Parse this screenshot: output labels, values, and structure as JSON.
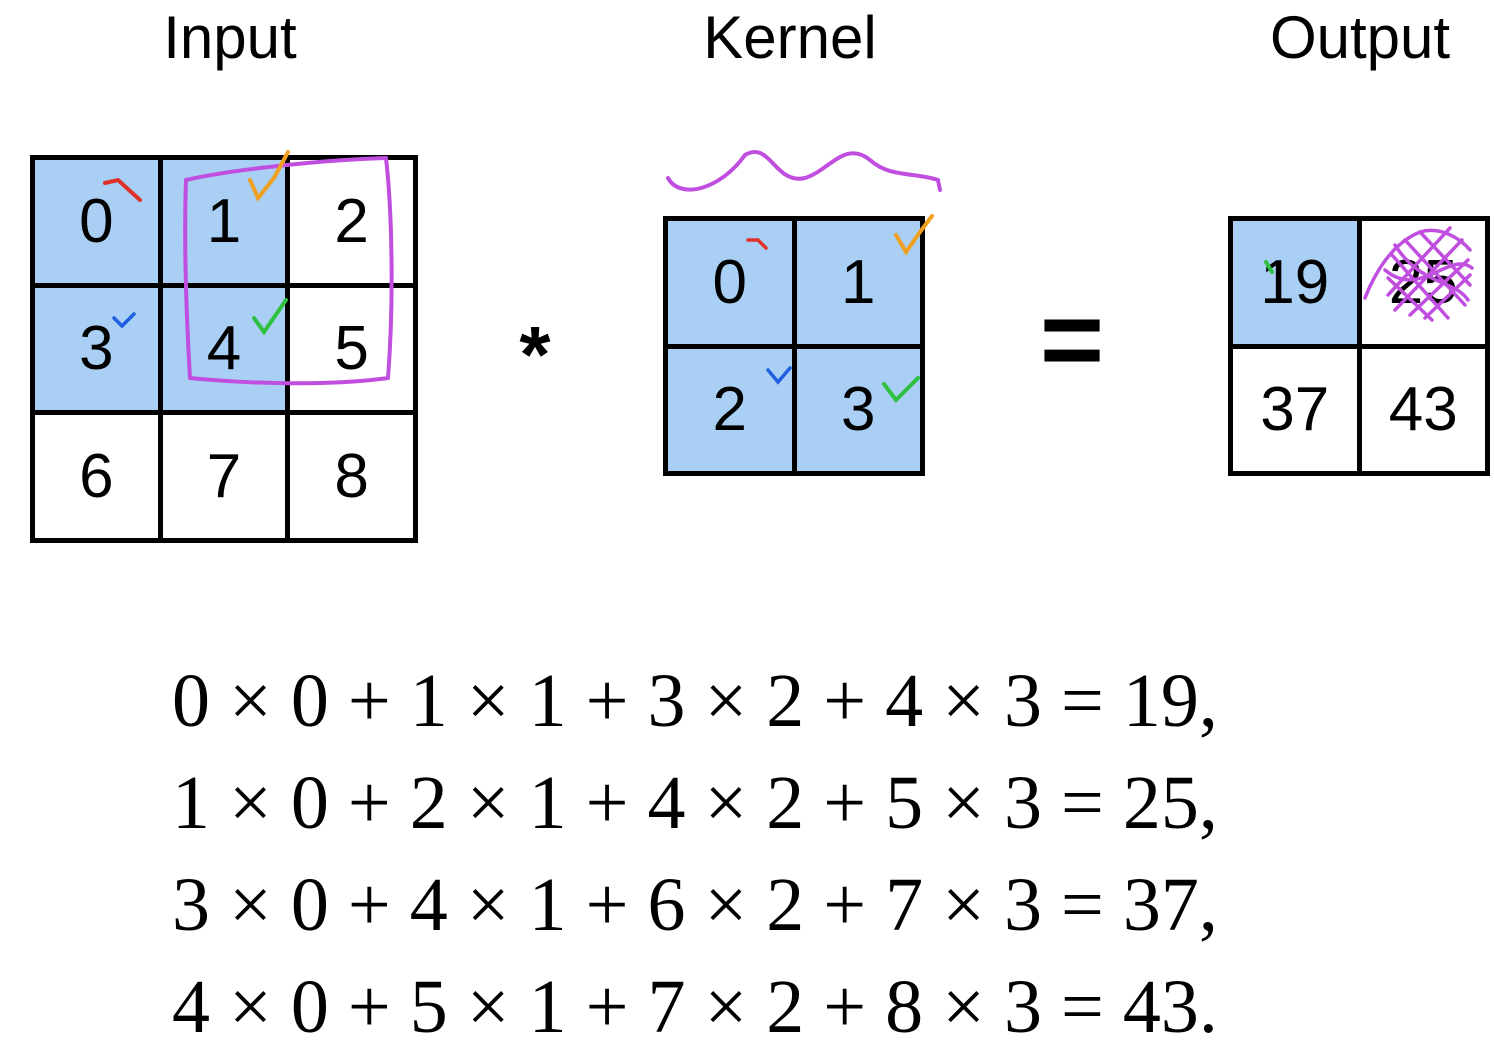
{
  "titles": {
    "input": "Input",
    "kernel": "Kernel",
    "output": "Output"
  },
  "input_grid": {
    "cells": [
      "0",
      "1",
      "2",
      "3",
      "4",
      "5",
      "6",
      "7",
      "8"
    ],
    "highlighted": [
      true,
      true,
      false,
      true,
      true,
      false,
      false,
      false,
      false
    ]
  },
  "kernel_grid": {
    "cells": [
      "0",
      "1",
      "2",
      "3"
    ],
    "highlighted": [
      true,
      true,
      true,
      true
    ]
  },
  "output_grid": {
    "cells": [
      "19",
      "25",
      "37",
      "43"
    ],
    "highlighted": [
      true,
      false,
      false,
      false
    ]
  },
  "operators": {
    "convolution": "*",
    "equals": "="
  },
  "equations": [
    "0 × 0 + 1 × 1 + 3 × 2 + 4 × 3 = 19,",
    "1 × 0 + 2 × 1 + 4 × 2 + 5 × 3 = 25,",
    "3 × 0 + 4 × 1 + 6 × 2 + 7 × 3 = 37,",
    "4 × 0 + 5 × 1 + 7 × 2 + 8 × 3 = 43."
  ],
  "colors": {
    "highlight": "#a9cff5",
    "annotation_purple": "#c04fe0",
    "mark_red": "#e0302a",
    "mark_orange": "#f0a020",
    "mark_blue": "#2060e0",
    "mark_green": "#30c040"
  }
}
